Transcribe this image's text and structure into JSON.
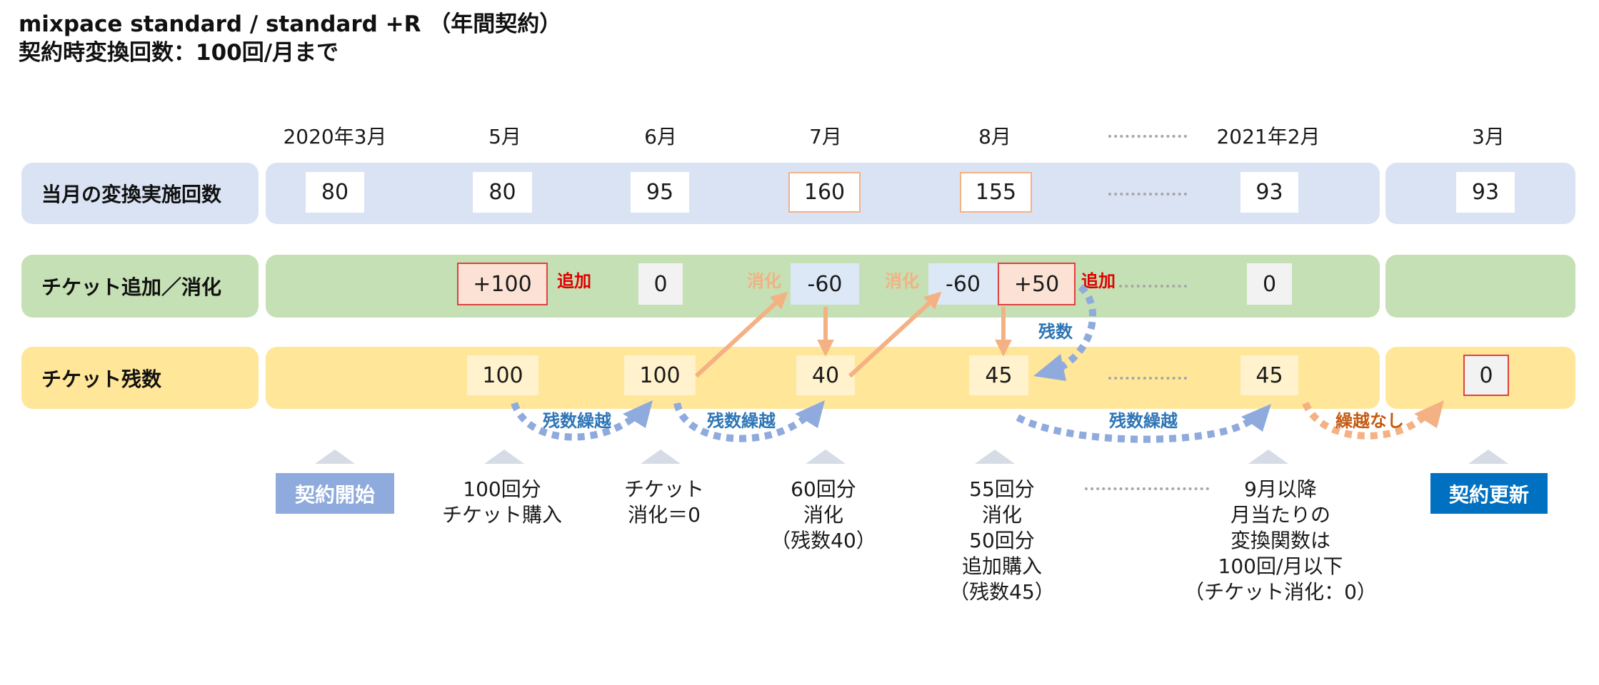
{
  "title_line1": "mixpace standard / standard +R （年間契約）",
  "title_line2": "契約時変換回数：100回/月まで",
  "months": [
    "2020年3月",
    "5月",
    "6月",
    "7月",
    "8月",
    "2021年2月",
    "3月"
  ],
  "rows": {
    "usage_label": "当月の変換実施回数",
    "ticket_label": "チケット追加／消化",
    "remaining_label": "チケット残数"
  },
  "usage_values": [
    "80",
    "80",
    "95",
    "160",
    "155",
    "93",
    "93"
  ],
  "ticket_cells": {
    "may": "+100",
    "june": "0",
    "july": "-60",
    "aug_consume": "-60",
    "aug_add": "+50",
    "feb": "0"
  },
  "ticket_tags": {
    "add": "追加",
    "consume": "消化",
    "remain": "残数"
  },
  "remaining_values": [
    "100",
    "100",
    "40",
    "45",
    "45",
    "0"
  ],
  "carry_labels": {
    "carry": "残数繰越",
    "no_carry": "繰越なし"
  },
  "badges": {
    "start": "契約開始",
    "renew": "契約更新"
  },
  "notes": {
    "may": [
      "100回分",
      "チケット購入"
    ],
    "june": [
      "チケット",
      "消化＝0"
    ],
    "july": [
      "60回分",
      "消化",
      "（残数40）"
    ],
    "aug": [
      "55回分",
      "消化",
      "50回分",
      "追加購入",
      "（残数45）"
    ],
    "feb": [
      "9月以降",
      "月当たりの",
      "変換関数は",
      "100回/月以下",
      "（チケット消化：0）"
    ]
  },
  "colors": {
    "usage_band": "#dae3f3",
    "ticket_band": "#c5e0b4",
    "remaining_band": "#ffe699",
    "add_red": "#e00000",
    "consume_orange": "#f4b183",
    "carry_blue": "#2e75b6",
    "carry_arrow_blue": "#8faadc",
    "start_badge": "#8faadc",
    "renew_badge": "#0070c0"
  }
}
